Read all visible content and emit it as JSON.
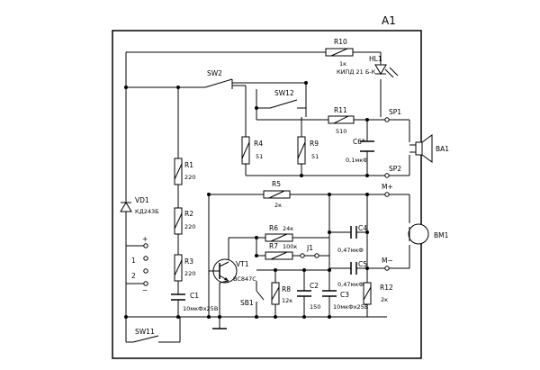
{
  "assembly_label": "A1",
  "components": {
    "R10": {
      "ref": "R10",
      "value": "1к"
    },
    "HL1": {
      "ref": "HL1",
      "value": "КИПД 21 Б-К"
    },
    "SW2": {
      "ref": "SW2"
    },
    "SW12": {
      "ref": "SW12"
    },
    "R11": {
      "ref": "R11",
      "value": "510"
    },
    "SP1": {
      "ref": "SP1"
    },
    "SP2": {
      "ref": "SP2"
    },
    "C6": {
      "ref": "C6*",
      "value": "0,1мкФ"
    },
    "BA1": {
      "ref": "BA1"
    },
    "R4": {
      "ref": "R4",
      "value": "51"
    },
    "R9": {
      "ref": "R9",
      "value": "51"
    },
    "R1": {
      "ref": "R1",
      "value": "220"
    },
    "R2": {
      "ref": "R2",
      "value": "220"
    },
    "R3": {
      "ref": "R3",
      "value": "220"
    },
    "VD1": {
      "ref": "VD1",
      "value": "КД243Б"
    },
    "R5": {
      "ref": "R5",
      "value": "2к"
    },
    "M_plus": {
      "ref": "M+"
    },
    "M_minus": {
      "ref": "M−"
    },
    "BM1": {
      "ref": "BM1"
    },
    "R6": {
      "ref": "R6",
      "value": "24к"
    },
    "C4": {
      "ref": "C4",
      "value": "0,47мкФ"
    },
    "R7": {
      "ref": "R7",
      "value": "100к"
    },
    "J1": {
      "ref": "J1"
    },
    "C5": {
      "ref": "C5",
      "value": "0,47мкФ"
    },
    "VT1": {
      "ref": "VT1",
      "value": "BC847C"
    },
    "R8": {
      "ref": "R8",
      "value": "12к"
    },
    "C2": {
      "ref": "C2",
      "value": "150"
    },
    "C3": {
      "ref": "C3",
      "value": "10мкФх25В"
    },
    "R12": {
      "ref": "R12",
      "value": "2к"
    },
    "C1": {
      "ref": "C1",
      "value": "10мкФх25В"
    },
    "SB1": {
      "ref": "SB1"
    },
    "SW11": {
      "ref": "SW11"
    }
  },
  "terminals": {
    "t_plus": "+",
    "t_1": "1",
    "t_2": "2",
    "t_minus": "−"
  }
}
